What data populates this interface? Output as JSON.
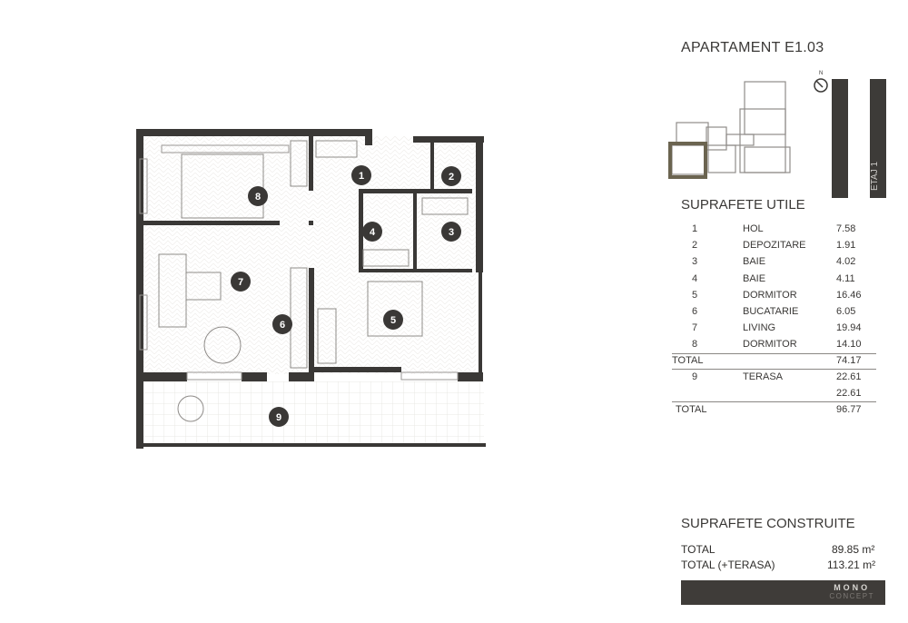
{
  "title": "APARTAMENT E1.03",
  "floor_label": "ETAJ 1",
  "compass": "N",
  "rooms_section": {
    "heading": "SUPRAFETE UTILE",
    "rows": [
      {
        "num": "1",
        "name": "HOL",
        "area": "7.58"
      },
      {
        "num": "2",
        "name": "DEPOZITARE",
        "area": "1.91"
      },
      {
        "num": "3",
        "name": "BAIE",
        "area": "4.02"
      },
      {
        "num": "4",
        "name": "BAIE",
        "area": "4.11"
      },
      {
        "num": "5",
        "name": "DORMITOR",
        "area": "16.46"
      },
      {
        "num": "6",
        "name": "BUCATARIE",
        "area": "6.05"
      },
      {
        "num": "7",
        "name": "LIVING",
        "area": "19.94"
      },
      {
        "num": "8",
        "name": "DORMITOR",
        "area": "14.10"
      }
    ],
    "subtotal": {
      "label": "TOTAL",
      "area": "74.17"
    },
    "terrace": {
      "num": "9",
      "name": "TERASA",
      "area": "22.61"
    },
    "terrace_sum": "22.61",
    "total": {
      "label": "TOTAL",
      "area": "96.77"
    }
  },
  "built_section": {
    "heading": "SUPRAFETE CONSTRUITE",
    "rows": [
      {
        "label": "TOTAL",
        "value": "89.85 m²"
      },
      {
        "label": "TOTAL (+TERASA)",
        "value": "113.21 m²"
      }
    ]
  },
  "logo": {
    "top": "MONO",
    "bottom": "CONCEPT"
  },
  "plan_labels": [
    "1",
    "2",
    "3",
    "4",
    "5",
    "6",
    "7",
    "8",
    "9"
  ],
  "colors": {
    "wall": "#3a3836",
    "highlight": "#6b6450",
    "banner": "#3f3c39"
  }
}
